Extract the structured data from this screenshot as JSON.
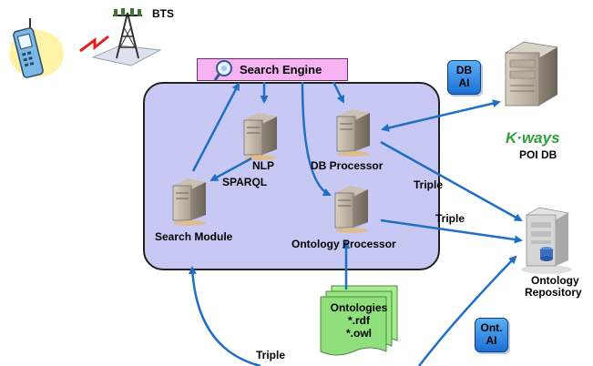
{
  "bts": {
    "label": "BTS"
  },
  "search_engine": {
    "label": "Search Engine"
  },
  "nlp": {
    "label": "NLP"
  },
  "sparql": {
    "label": "SPARQL"
  },
  "db_processor": {
    "label": "DB Processor"
  },
  "search_module": {
    "label": "Search Module"
  },
  "ontology_processor": {
    "label": "Ontology Processor"
  },
  "db_ai": {
    "line1": "DB",
    "line2": "AI"
  },
  "kways": {
    "logo": "K·ways",
    "label": "POI DB"
  },
  "ontology_repo": {
    "line1": "Ontology",
    "line2": "Repository"
  },
  "ontologies": {
    "line1": "Ontologies",
    "line2": "*.rdf",
    "line3": "*.owl"
  },
  "ont_ai": {
    "line1": "Ont.",
    "line2": "AI"
  },
  "edges": {
    "triple_db": "Triple",
    "triple_onto": "Triple",
    "triple_bottom": "Triple"
  },
  "colors": {
    "panel": "#c8c8f4",
    "engine": "#f6b2f2",
    "arrow": "#1f6fc4",
    "ontology_doc": "#8fe07c",
    "ai_button": "#2f86e4",
    "kways_green": "#2e9e3a"
  }
}
